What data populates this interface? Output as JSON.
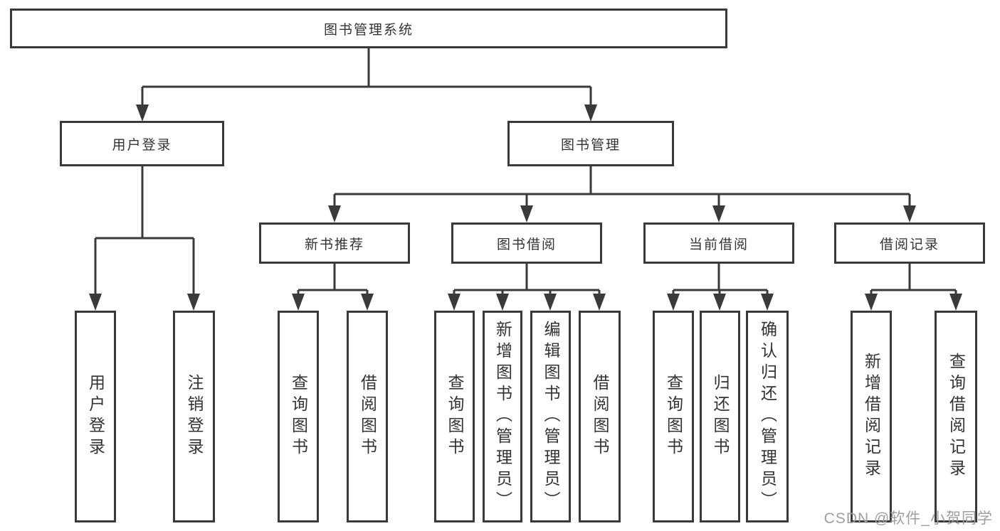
{
  "diagram": {
    "title": "图书管理系统",
    "watermark": "CSDN @软件_小贺同学",
    "colors": {
      "line": "#3a3a3a",
      "text": "#333333",
      "watermark": "#9e9e9e",
      "background": "#ffffff"
    }
  },
  "tree": {
    "root": "图书管理系统",
    "level1": [
      {
        "label": "用户登录"
      },
      {
        "label": "图书管理"
      }
    ],
    "level2": [
      {
        "label": "新书推荐"
      },
      {
        "label": "图书借阅"
      },
      {
        "label": "当前借阅"
      },
      {
        "label": "借阅记录"
      }
    ],
    "leaves": {
      "user_login": [
        "用户登录",
        "注销登录"
      ],
      "new_book_recommend": [
        "查询图书",
        "借阅图书"
      ],
      "book_borrowing": [
        "查询图书",
        "新增图书（管理员）",
        "编辑图书（管理员）",
        "借阅图书"
      ],
      "current_borrowing": [
        "查询图书",
        "归还图书",
        "确认归还（管理员）"
      ],
      "borrow_records": [
        "新增借阅记录",
        "查询借阅记录"
      ]
    }
  }
}
